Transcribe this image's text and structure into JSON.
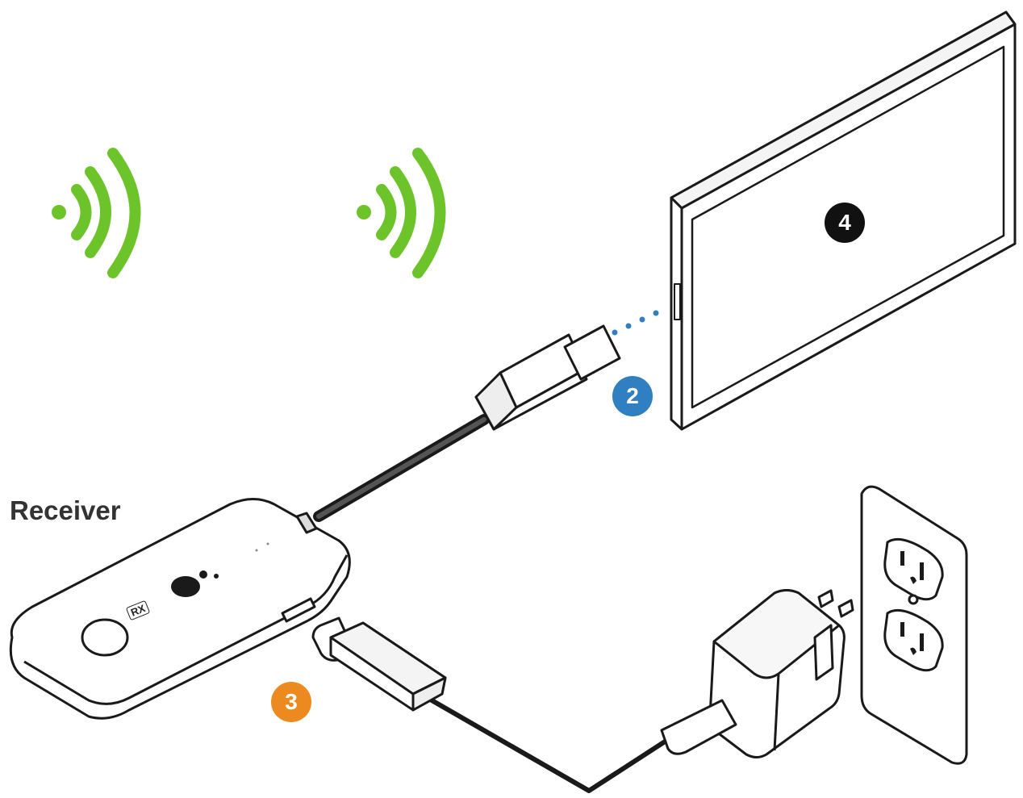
{
  "labels": {
    "receiver": "Receiver",
    "rx": "RX"
  },
  "steps": {
    "hdmi_to_display": "2",
    "power_cable": "3",
    "display": "4"
  },
  "colors": {
    "wifi_green": "#6cc42a",
    "step2_blue": "#2f7fc1",
    "step3_orange": "#ec8a1f",
    "step4_black": "#111111",
    "outline": "#1a1a1a",
    "dotted_link": "#2f7fc1"
  },
  "icons": [
    "wifi-signal-icon",
    "wifi-signal-icon",
    "monitor-icon",
    "hdmi-plug-icon",
    "receiver-device-icon",
    "usb-c-plug-icon",
    "power-adapter-icon",
    "wall-outlet-icon"
  ]
}
